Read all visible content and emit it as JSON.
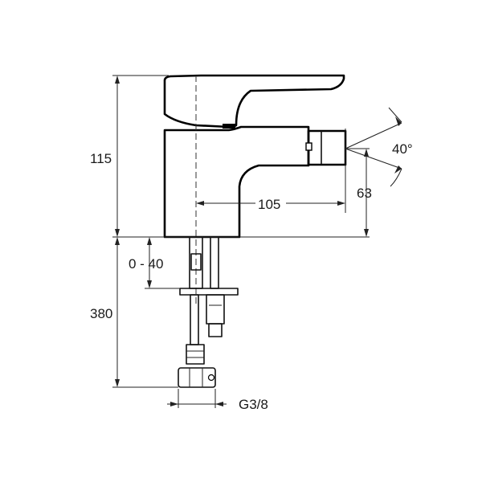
{
  "dimensions": {
    "total_height_label": "115",
    "base_to_spout_label": "105",
    "spout_height_label": "63",
    "angle_label": "40°",
    "deck_thickness_label": "0 - 40",
    "hose_length_label": "380",
    "thread_label": "G3/8"
  }
}
